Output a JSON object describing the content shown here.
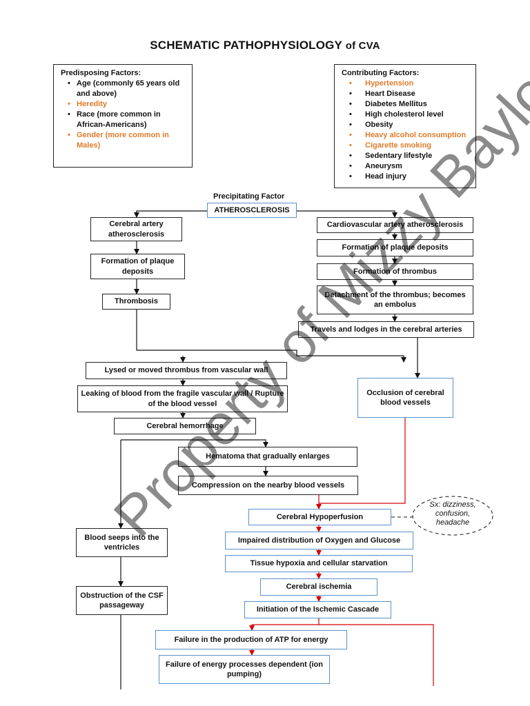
{
  "title": {
    "main": "SCHEMATIC  PATHOPHYSIOLOGY ",
    "suffix": "of CVA"
  },
  "predisposing": {
    "heading": "Predisposing Factors:",
    "items": [
      {
        "text": "Age (commonly  65 years old and above)",
        "highlight": false
      },
      {
        "text": "Heredity",
        "highlight": true
      },
      {
        "text": "Race (more common in African-Americans)",
        "highlight": false
      },
      {
        "text": "Gender (more common in Males)",
        "highlight": true
      }
    ]
  },
  "contributing": {
    "heading": "Contributing Factors:",
    "items": [
      {
        "text": "Hypertension",
        "highlight": true
      },
      {
        "text": "Heart Disease",
        "highlight": false
      },
      {
        "text": "Diabetes Mellitus",
        "highlight": false
      },
      {
        "text": "High cholesterol level",
        "highlight": false
      },
      {
        "text": "Obesity",
        "highlight": false
      },
      {
        "text": "Heavy alcohol consumption",
        "highlight": true
      },
      {
        "text": "Cigarette smoking",
        "highlight": true
      },
      {
        "text": "Sedentary lifestyle",
        "highlight": false
      },
      {
        "text": "Aneurysm",
        "highlight": false
      },
      {
        "text": "Head injury",
        "highlight": false
      }
    ]
  },
  "precipitating_label": "Precipitating Factor",
  "nodes": {
    "atherosclerosis": "ATHEROSCLEROSIS",
    "cerebral_artery": "Cerebral artery atherosclerosis",
    "formation_left": "Formation of plaque deposits",
    "thrombosis": "Thrombosis",
    "cardio": "Cardiovascular artery atherosclerosis",
    "formation_right": "Formation of plaque deposits",
    "formation_thrombus": "Formation of thrombus",
    "detachment": "Detachment of the thrombus; becomes an embolus",
    "travels": "Travels and lodges in the cerebral arteries",
    "lysed": "Lysed or moved thrombus from vascular wall",
    "leaking": "Leaking of blood from the fragile vascular wall / Rupture of the blood vessel",
    "occlusion": "Occlusion of cerebral blood vessels",
    "hemorrhage": "Cerebral hemorrhage",
    "hematoma": "Hematoma that gradually enlarges",
    "compression": "Compression on the nearby blood vessels",
    "hypoperfusion": "Cerebral Hypoperfusion",
    "seeps": "Blood seeps into the ventricles",
    "impaired": "Impaired distribution of Oxygen and Glucose",
    "hypoxia": "Tissue hypoxia and cellular starvation",
    "ischemia": "Cerebral ischemia",
    "obstruction": "Obstruction of the CSF passageway",
    "cascade": "Initiation of the Ischemic Cascade",
    "atp": "Failure in the production of ATP for energy",
    "energy": "Failure of energy processes dependent (ion pumping)"
  },
  "symptoms": {
    "prefix": "Sx: ",
    "text": "dizziness, confusion, headache"
  },
  "watermark": "Property of Mizzy Baylon",
  "colors": {
    "accent_orange": "#e07b2a",
    "red_arrow": "#d40000",
    "blue_border": "#5a8fc8"
  }
}
